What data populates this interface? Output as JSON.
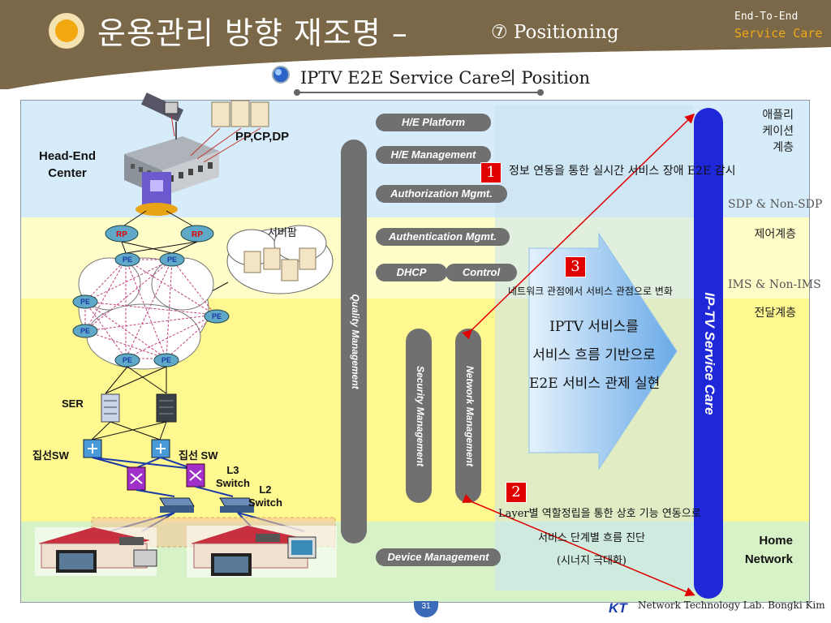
{
  "header": {
    "title": "운용관리 방향 재조명",
    "title_sep": "–",
    "title_sub": "⑦ Positioning",
    "corner_line1": "End-To-End",
    "corner_line2": "Service Care"
  },
  "subtitle": "IPTV E2E Service Care의 Position",
  "layers": {
    "app": "애플리\n케이션\n계층",
    "sdp": "SDP & Non-SDP",
    "control": "제어계층",
    "ims": "IMS & Non-IMS",
    "transport": "전달계층",
    "home": "Home\nNetwork"
  },
  "network": {
    "headend": "Head-End\nCenter",
    "ppcpdp": "PP,CP,DP",
    "server_farm": "서버팜",
    "rp": "RP",
    "pe": "PE",
    "ser": "SER",
    "sw_left": "집선SW",
    "sw_right": "집선 SW",
    "l3": "L3\nSwitch",
    "l2": "L2\nSwitch"
  },
  "functions": {
    "he_platform": "H/E Platform",
    "he_mgmt": "H/E Management",
    "authz": "Authorization Mgmt.",
    "authn": "Authentication Mgmt.",
    "dhcp": "DHCP",
    "control": "Control",
    "quality": "Quality Management",
    "security": "Security Management",
    "network": "Network Management",
    "device": "Device Management",
    "service_care": "IP-TV Service Care"
  },
  "callouts": {
    "n1": "1",
    "n1_text": "정보 연동을 통한 실시간 서비스 장애 E2E 감시",
    "n3": "3",
    "n3_line1": "네트워크 관점에서 서비스 관점으로 변화",
    "n3_line2": "IPTV 서비스를",
    "n3_line3": "서비스 흐름 기반으로",
    "n3_line4": "E2E 서비스 관제 실현",
    "n2": "2",
    "n2_line1": "Layer별 역할정립을 통한 상호 기능 연동으로",
    "n2_line2": "서비스 단계별 흐름 진단",
    "n2_line3": "(시너지 극대화)"
  },
  "footer": {
    "page": "31",
    "logo": "KT",
    "credit": "Network Technology Lab. Bongki Kim"
  },
  "colors": {
    "header_brown": "#7a6848",
    "band_app": "#d7ecfa",
    "band_control": "#fffdc8",
    "band_transport": "#fff790",
    "band_home": "#d8f2c8",
    "pill_gray": "#707070",
    "service_care_blue": "#1e28d8",
    "arrow_red": "#e00000",
    "accent_orange": "#f0a818"
  }
}
